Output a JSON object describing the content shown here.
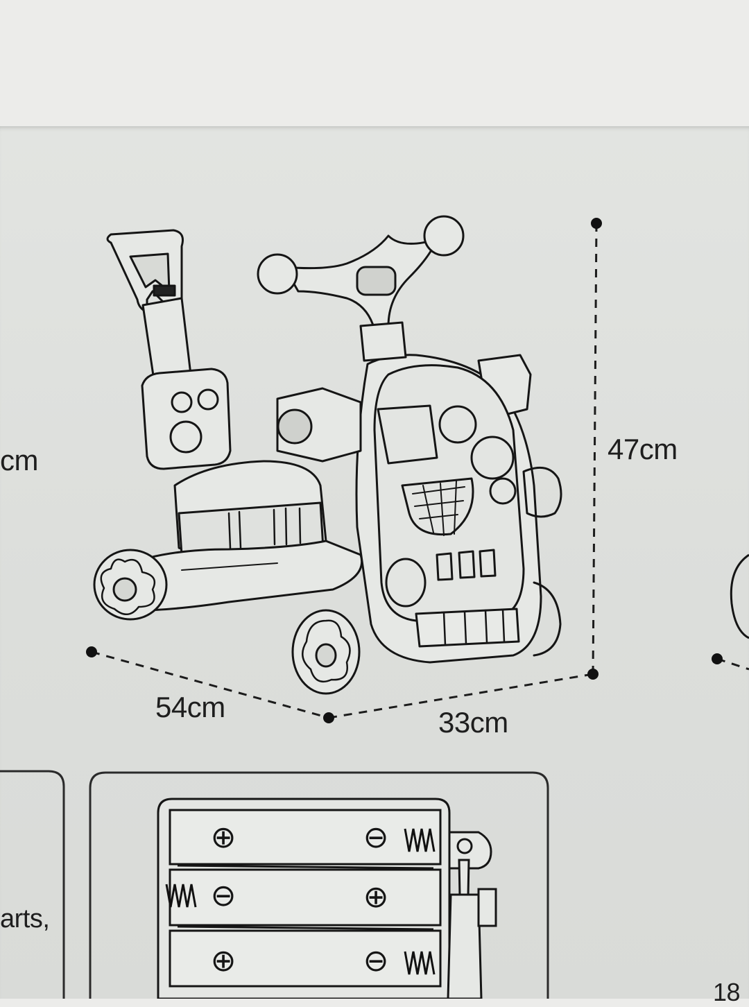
{
  "dimensions": {
    "height_label": "47cm",
    "length_label": "54cm",
    "width_label": "33cm",
    "left_edge_label": "cm"
  },
  "battery_panel": {
    "partial_text": "arts,"
  },
  "right_edge_text": "18",
  "battery_symbols": {
    "plus": "⊕",
    "minus": "⊖"
  }
}
